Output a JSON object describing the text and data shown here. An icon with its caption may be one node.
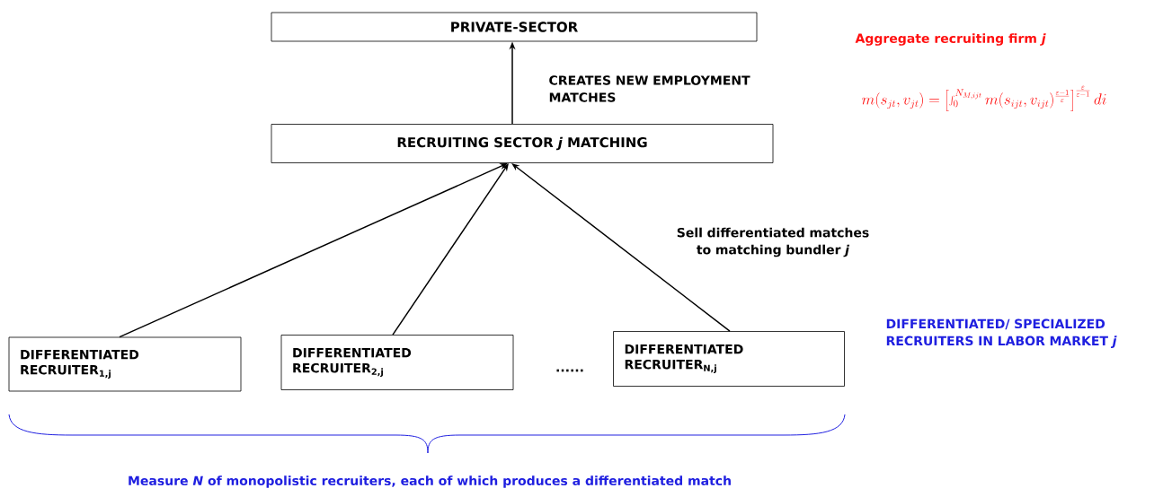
{
  "diagram": {
    "nodes": [
      {
        "text": [
          "PRIVATE-SECTOR"
        ]
      },
      {
        "text": [
          "RECRUITING SECTOR *j* MATCHING"
        ]
      },
      {
        "text": [
          "DIFFERENTIATED RECRUITER$_{1,j}$"
        ]
      },
      {
        "text": [
          "DIFFERENTIATED RECRUITER$_{2,j}$"
        ]
      },
      {
        "text": [
          "DIFFERENTIATED RECRUITER$_{N,j}$"
        ]
      }
    ],
    "edges": [
      {
        "from": 1,
        "to": 0,
        "arrow": "to",
        "label": "CREATES NEW EMPLOYMENT MATCHES"
      },
      {
        "from": 2,
        "to": 1,
        "arrow": "to"
      },
      {
        "from": 3,
        "to": 1,
        "arrow": "to"
      },
      {
        "from": 4,
        "to": 1,
        "arrow": "to",
        "label": "Sell differentiated matches to matching bundler *j*"
      }
    ],
    "labels": [
      "......",
      "Aggregate recruiting firm *j*",
      "m(s_{jt},v_{jt})=\\left[\\int_0^{N_{M,ijt}} m(s_{ijt},v_{ijt})^{\\frac{\\varepsilon-1}{\\varepsilon}}\\right]^{\\frac{\\varepsilon}{\\varepsilon-1}} di",
      "DIFFERENTIATED/ SPECIALIZED RECRUITERS IN LABOR MARKET *j*",
      "Measure *N* of monopolistic recruiters, each of which produces a differentiated match"
    ]
  }
}
